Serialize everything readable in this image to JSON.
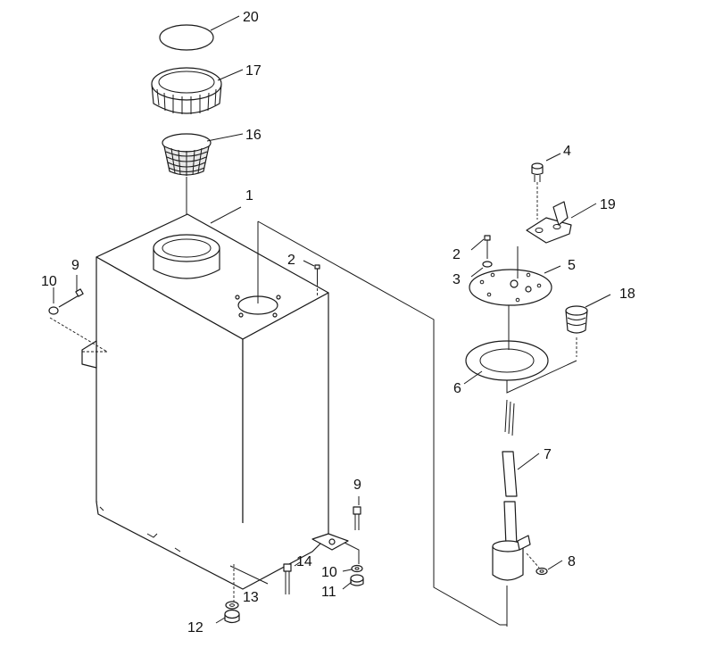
{
  "callouts": {
    "c20": "20",
    "c17": "17",
    "c16": "16",
    "c1": "1",
    "c4": "4",
    "c19": "19",
    "c2a": "2",
    "c2b": "2",
    "c3": "3",
    "c5": "5",
    "c18": "18",
    "c6": "6",
    "c7": "7",
    "c8": "8",
    "c9a": "9",
    "c10a": "10",
    "c9b": "9",
    "c14": "14",
    "c10b": "10",
    "c11": "11",
    "c13": "13",
    "c12": "12"
  },
  "colors": {
    "line": "#1a1a1a",
    "background": "#ffffff"
  }
}
